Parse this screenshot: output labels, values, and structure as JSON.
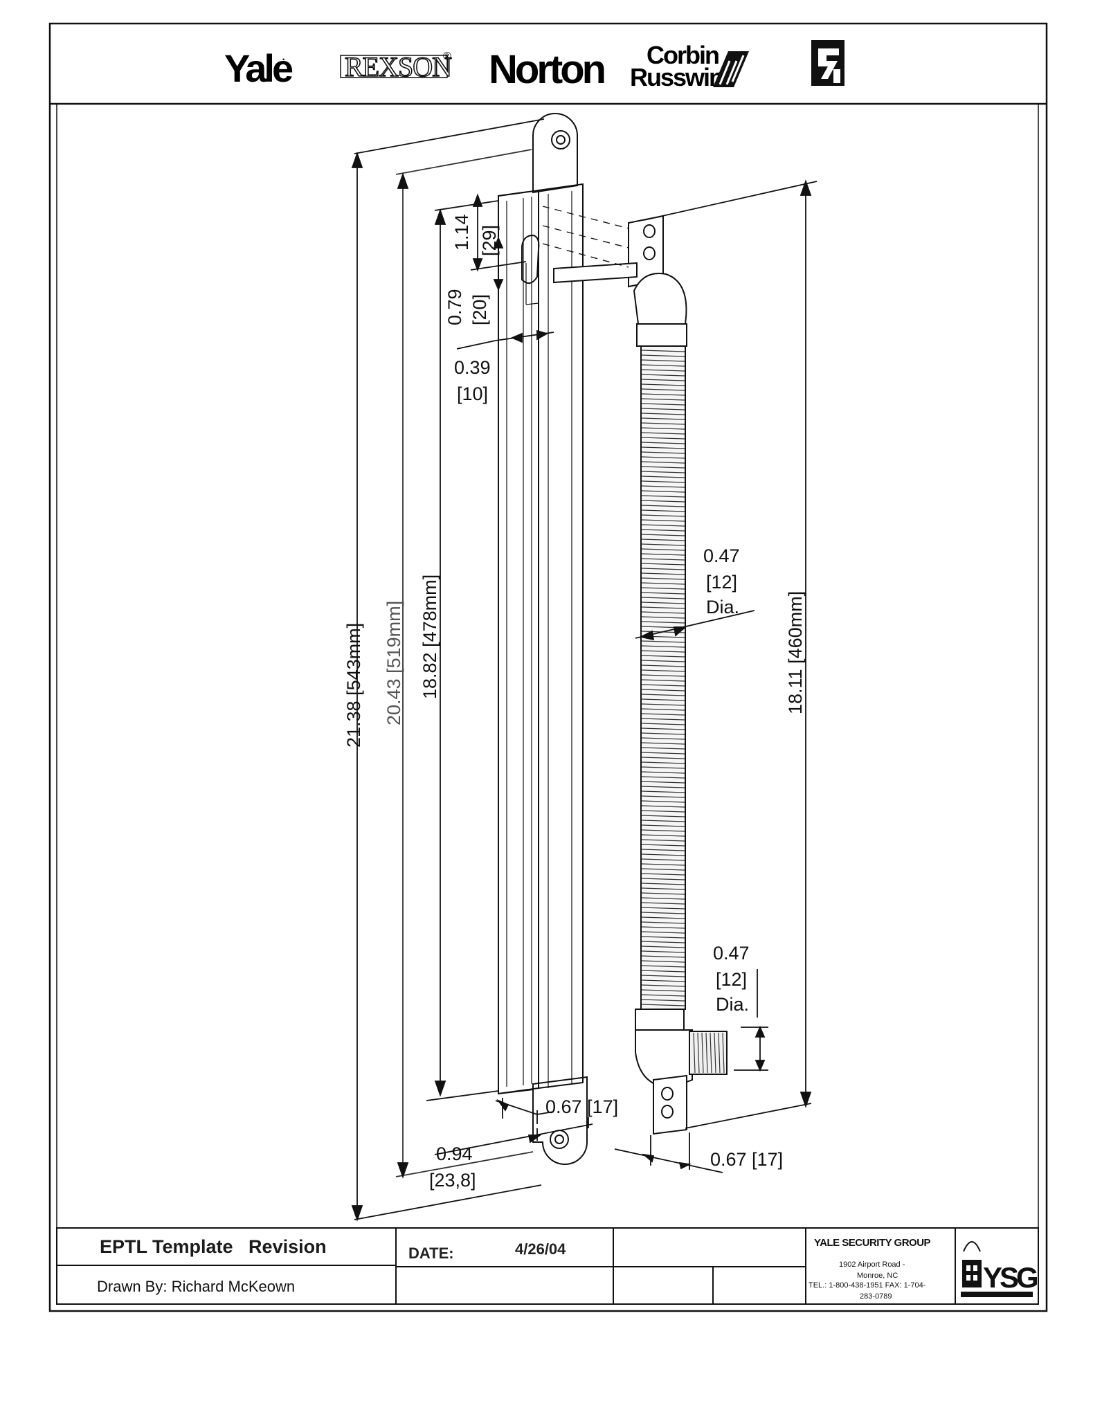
{
  "brands": {
    "yale": "Yale",
    "yale_mark": "·",
    "rexson": "REXSON",
    "rexson_mark": "®",
    "norton": "Norton",
    "corbin_line1": "Corbin",
    "corbin_line2": "Russwin"
  },
  "dimensions": {
    "overall": "21.38 [543mm]",
    "channel_length": "20.43 [519mm]",
    "slot_length": "18.82 [478mm]",
    "top_offset_in": "1.14",
    "top_offset_mm": "[29]",
    "slot_offset_in": "0.79",
    "slot_offset_mm": "[20]",
    "slot_width_in": "0.39",
    "slot_width_mm": "[10]",
    "cable_dia_in": "0.47",
    "cable_dia_mm": "[12]",
    "cable_dia_label": "Dia.",
    "cable_length": "18.11 [460mm]",
    "end_dia_in": "0.47",
    "end_dia_mm": "[12]",
    "end_dia_label": "Dia.",
    "channel_width": "0.67 [17]",
    "bracket_width": "0.67 [17]",
    "mount_width_in": "0.94",
    "mount_width_mm": "[23,8]"
  },
  "title_block": {
    "title": "EPTL Template   Revision",
    "drawn_by": "Drawn By: Richard McKeown",
    "date_label": "DATE:",
    "date_value": "4/26/04",
    "company": "YALE SECURITY GROUP",
    "address_1": "1902 Airport Road -",
    "address_2": "Monroe, NC",
    "phone": "TEL.: 1-800-438-1951  FAX: 1-704-",
    "phone_2": "283-0789",
    "logo_text": "YSG"
  }
}
